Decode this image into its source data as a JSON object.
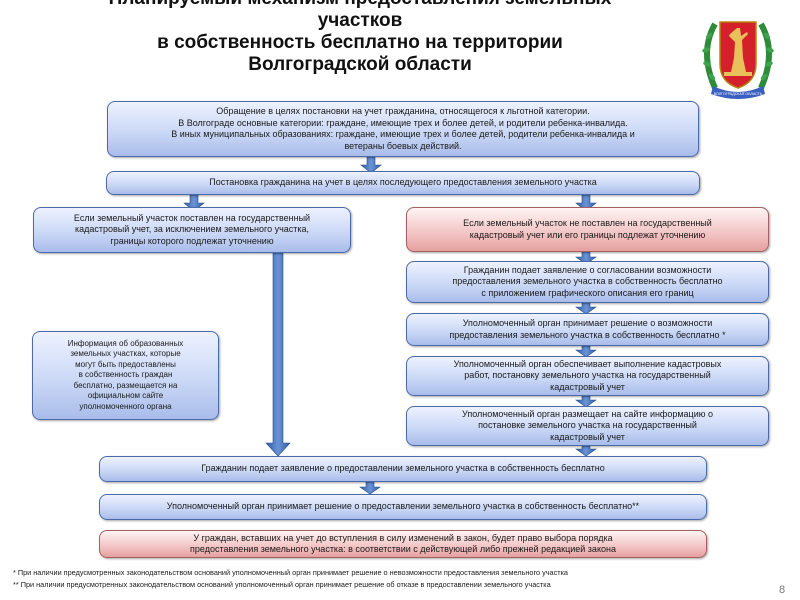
{
  "title": {
    "lines": [
      "Планируемый механизм предоставления земельных",
      "участков",
      "в собственность бесплатно на территории",
      "Волгоградской области"
    ]
  },
  "boxes": {
    "appeal": {
      "lines": [
        "Обращение в целях постановки на учет гражданина, относящегося к льготной категории.",
        "В Волгограде основные категории: граждане, имеющие трех и более детей, и родители ребенка-инвалида.",
        "В иных муниципальных образованиях: граждане, имеющие трех и более детей, родители ребенка-инвалида и",
        "ветераны боевых действий."
      ]
    },
    "registration": {
      "lines": [
        "Постановка гражданина на учет в целях последующего предоставления земельного участка"
      ]
    },
    "left_cadastral": {
      "lines": [
        "Если земельный участок поставлен на государственный",
        "кадастровый учет, за исключением земельного участка,",
        "границы  которого подлежат уточнению"
      ]
    },
    "right_not_cadastral": {
      "lines": [
        "Если земельный участок не поставлен на государственный",
        "кадастровый учет или  его границы подлежат уточнению"
      ]
    },
    "info_site": {
      "lines": [
        "Информация об образованных",
        "земельных участках, которые",
        "могут быть предоставлены",
        "в собственность граждан",
        "бесплатно, размещается на",
        "официальном сайте",
        "уполномоченного органа"
      ]
    },
    "r_apply_agree": {
      "lines": [
        "Гражданин подает заявление о согласовании возможности",
        "предоставления земельного участка в собственность бесплатно",
        "с приложением графического описания  его границ"
      ]
    },
    "r_decision_possibility": {
      "lines": [
        "Уполномоченный орган принимает решение о возможности",
        "предоставления земельного участка в собственность бесплатно *"
      ]
    },
    "r_cadastral_work": {
      "lines": [
        "Уполномоченный орган обеспечивает выполнение кадастровых",
        "работ, постановку земельного участка на государственный",
        "кадастровый учет"
      ]
    },
    "r_publish": {
      "lines": [
        "Уполномоченный орган размещает на сайте информацию о",
        "постановке земельного участка на государственный",
        "кадастровый учет"
      ]
    },
    "apply_ownership": {
      "lines": [
        "Гражданин подает заявление о предоставлении земельного участка в собственность бесплатно"
      ]
    },
    "decision_ownership": {
      "lines": [
        "Уполномоченный орган принимает решение о предоставлении земельного участка в собственность бесплатно**"
      ]
    },
    "choice_note": {
      "lines": [
        "У граждан, вставших на учет до вступления в силу изменений в закон, будет право выбора порядка",
        "предоставления земельного участка: в соответствии с действующей либо прежней редакцией закона"
      ]
    }
  },
  "footnotes": [
    "*  При наличии предусмотренных законодательством оснований уполномоченный орган принимает решение о невозможности предоставления земельного участка",
    "** При наличии предусмотренных законодательством оснований уполномоченный орган принимает решение об отказе в предоставлении земельного участка"
  ],
  "emblem": {
    "icon": "volgograd-coat-of-arms-icon",
    "text": "ВОЛГОГРАДСКАЯ ОБЛАСТЬ",
    "colors": {
      "shield": "#d4202a",
      "wreath": "#2e8b3a",
      "ribbon": "#3a5fbf"
    }
  },
  "page_number": "8",
  "colors": {
    "box_fill": "#c8d6f5",
    "box_border": "#4a6aa8",
    "highlight_fill": "#f2c3c3",
    "arrow": "#3d6ab0"
  }
}
